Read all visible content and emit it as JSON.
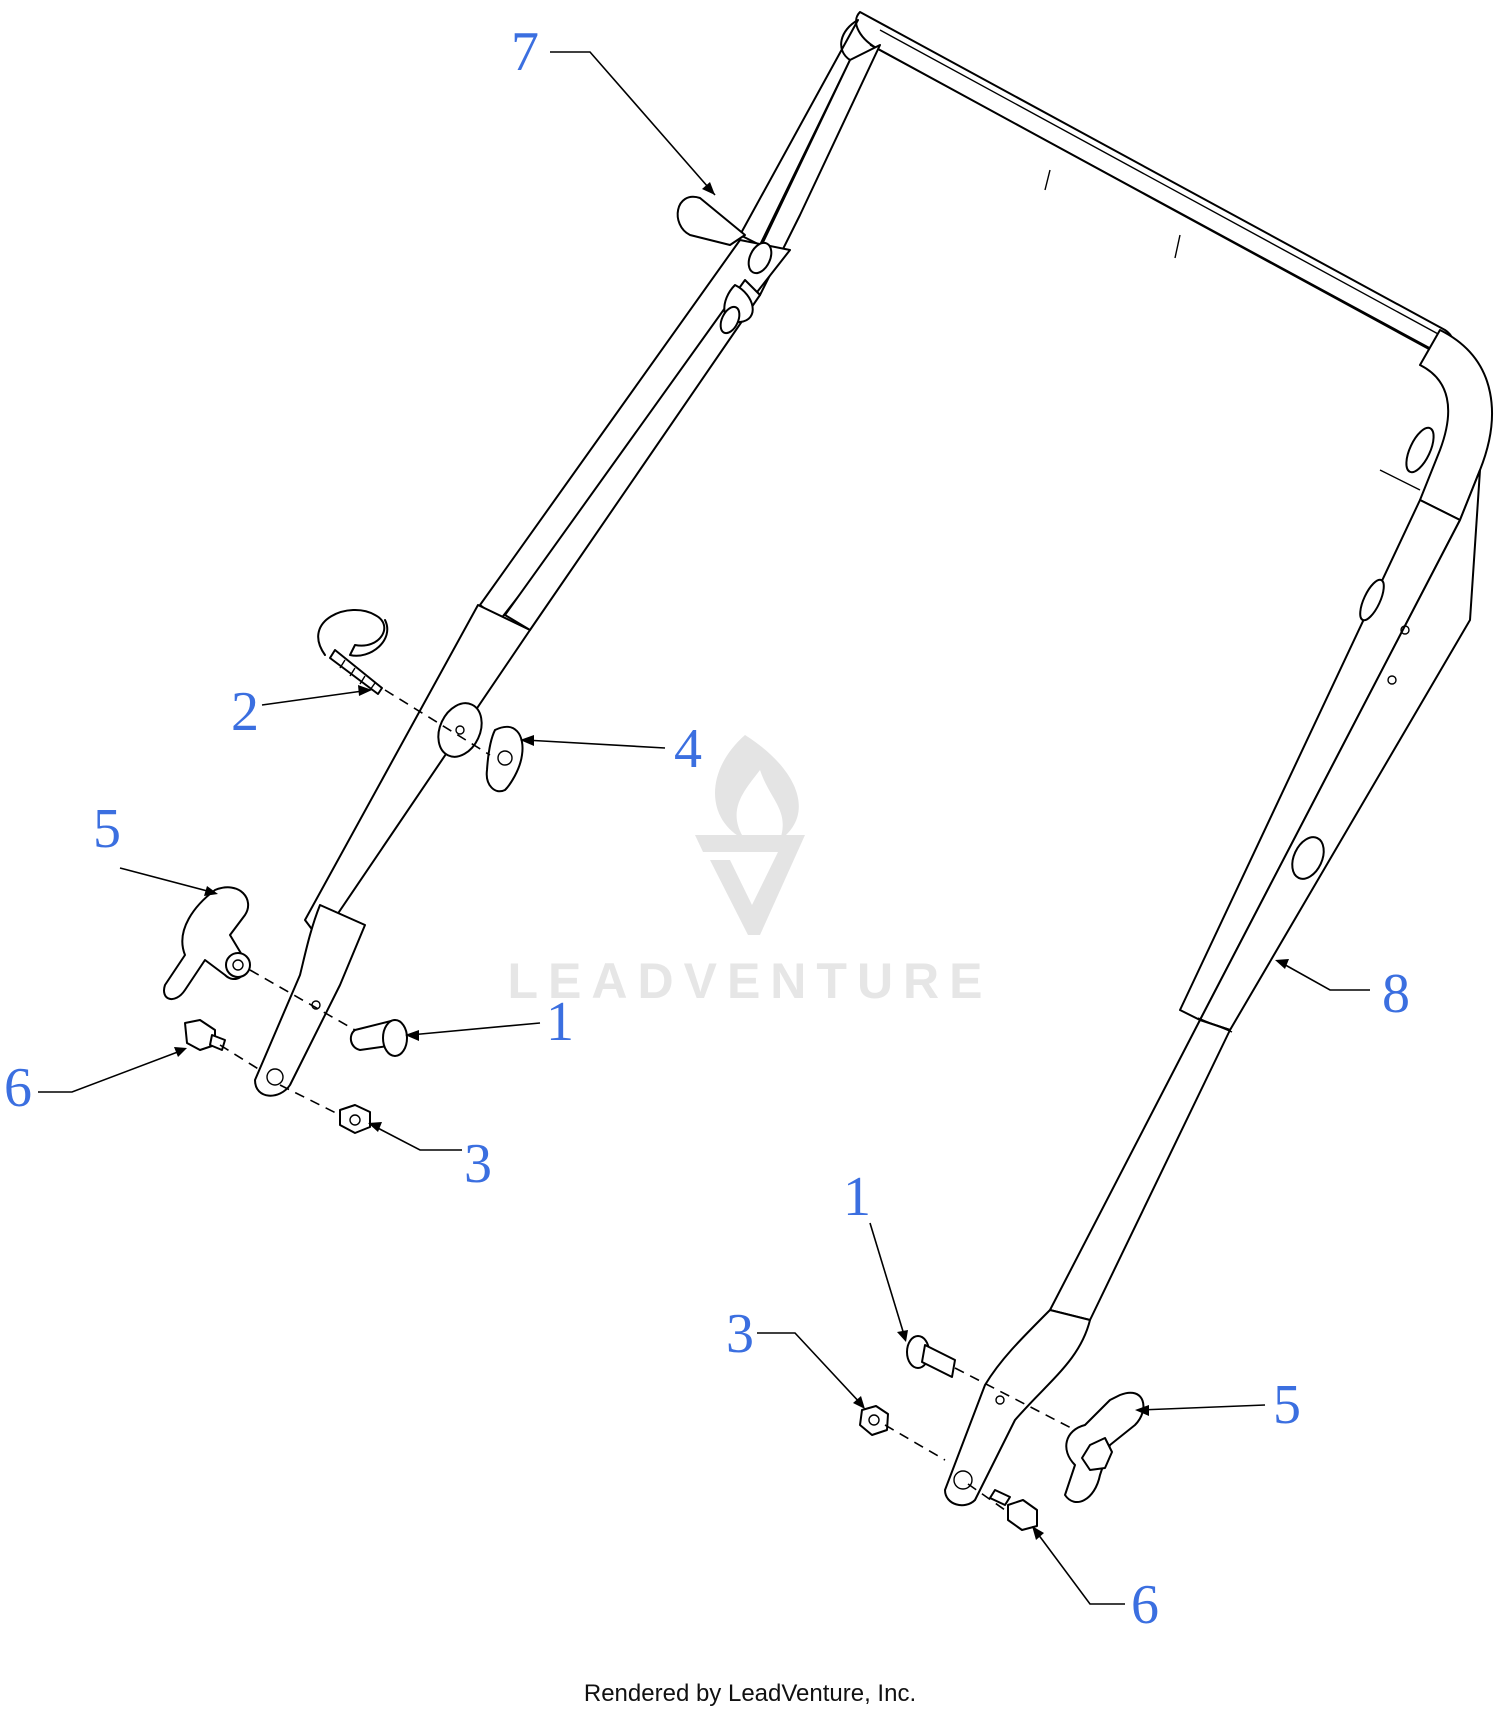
{
  "watermark": {
    "brand": "LEADVENTURE"
  },
  "footer": {
    "text": "Rendered by LeadVenture, Inc."
  },
  "callouts": {
    "c7": "7",
    "c2": "2",
    "c4": "4",
    "c5_left": "5",
    "c1_left": "1",
    "c6_left": "6",
    "c3_left": "3",
    "c8": "8",
    "c1_right": "1",
    "c3_right": "3",
    "c5_right": "5",
    "c6_right": "6"
  },
  "colors": {
    "callout": "#3b6fe0",
    "line": "#000000",
    "watermark": "#e4e4e4"
  }
}
